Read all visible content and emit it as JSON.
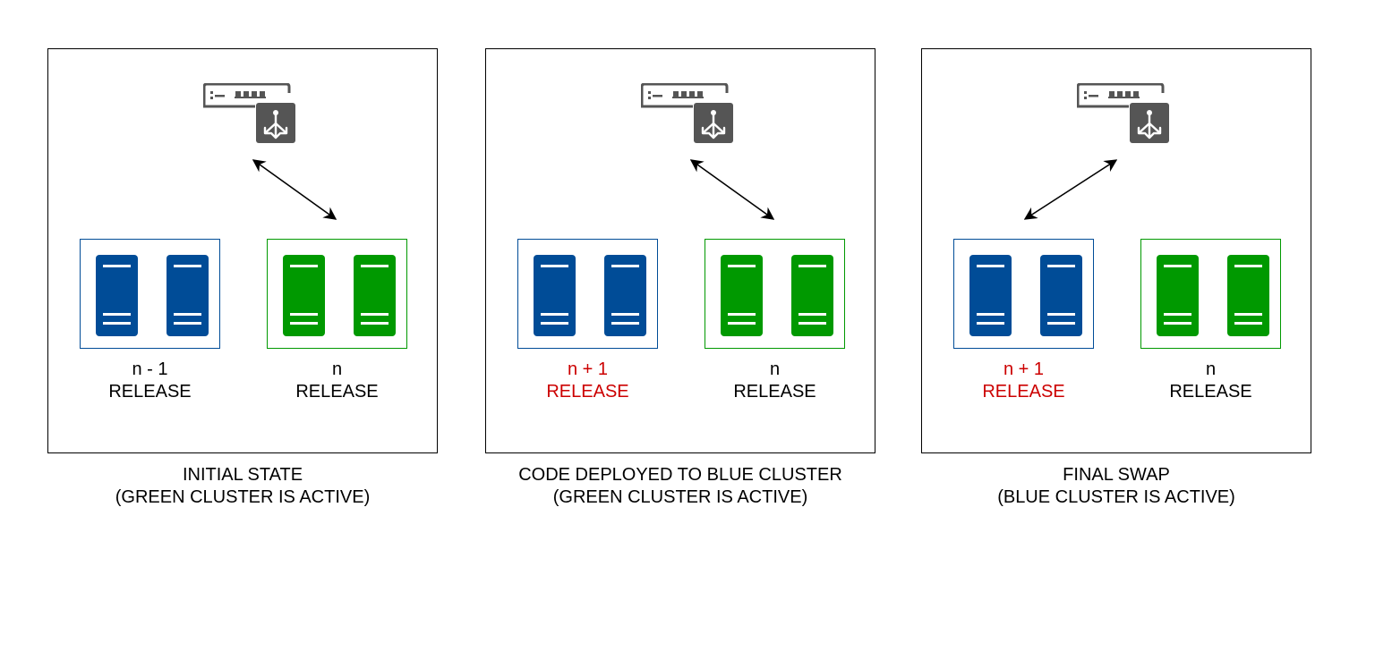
{
  "colors": {
    "blue": "#004C97",
    "green": "#009900",
    "highlight": "#CC0000",
    "text": "#000000",
    "device": "#555555"
  },
  "icons": {
    "load_balancer": "load-balancer-icon",
    "server": "server-icon"
  },
  "panels": [
    {
      "caption_line1": "INITIAL STATE",
      "caption_line2": "(GREEN CLUSTER IS ACTIVE)",
      "active_cluster": "green",
      "blue_cluster": {
        "version": "n - 1",
        "label": "RELEASE",
        "highlighted": false
      },
      "green_cluster": {
        "version": "n",
        "label": "RELEASE",
        "highlighted": false
      }
    },
    {
      "caption_line1": "CODE DEPLOYED TO BLUE CLUSTER",
      "caption_line2": "(GREEN CLUSTER IS ACTIVE)",
      "active_cluster": "green",
      "blue_cluster": {
        "version": "n + 1",
        "label": "RELEASE",
        "highlighted": true
      },
      "green_cluster": {
        "version": "n",
        "label": "RELEASE",
        "highlighted": false
      }
    },
    {
      "caption_line1": "FINAL SWAP",
      "caption_line2": "(BLUE CLUSTER IS ACTIVE)",
      "active_cluster": "blue",
      "blue_cluster": {
        "version": "n + 1",
        "label": "RELEASE",
        "highlighted": true
      },
      "green_cluster": {
        "version": "n",
        "label": "RELEASE",
        "highlighted": false
      }
    }
  ]
}
